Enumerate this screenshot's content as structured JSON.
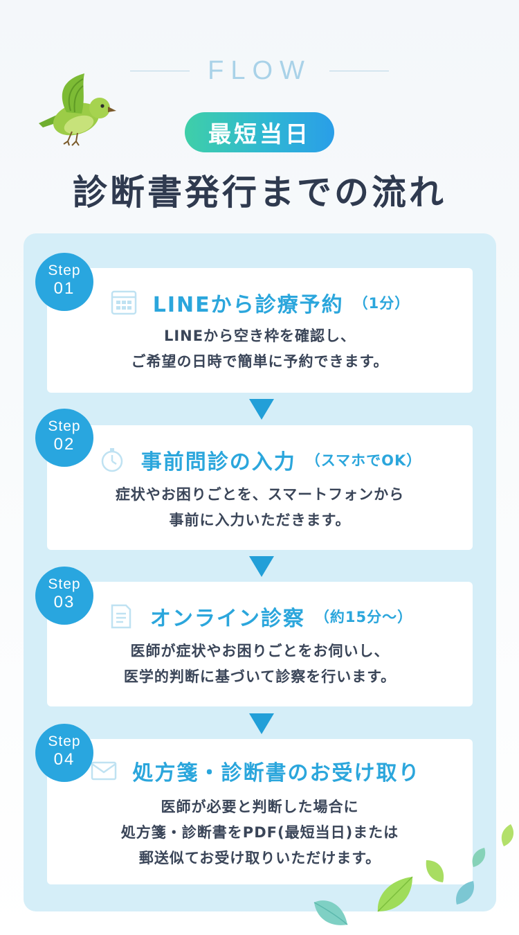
{
  "header": {
    "flow_label": "FLOW",
    "badge": "最短当日",
    "title": "診断書発行までの流れ"
  },
  "colors": {
    "accent": "#29a6df",
    "title_blue": "#2ba6dc",
    "panel_bg": "#d5eef8",
    "dark_text": "#2f3a4f",
    "badge_gradient": [
      "#3fcfa8",
      "#2a9ee8"
    ],
    "bird_green": "#8cc63f"
  },
  "steps": [
    {
      "step_word": "Step",
      "number": "01",
      "icon": "calendar-icon",
      "title": "LINEから診療予約",
      "note": "（1分）",
      "lines": [
        "LINEから空き枠を確認し、",
        "ご希望の日時で簡単に予約できます。"
      ]
    },
    {
      "step_word": "Step",
      "number": "02",
      "icon": "stopwatch-icon",
      "title": "事前問診の入力",
      "note": "（スマホでOK）",
      "lines": [
        "症状やお困りごとを、スマートフォンから",
        "事前に入力いただきます。"
      ]
    },
    {
      "step_word": "Step",
      "number": "03",
      "icon": "document-icon",
      "title": "オンライン診察",
      "note": "（約15分〜）",
      "lines": [
        "医師が症状やお困りごとをお伺いし、",
        "医学的判断に基づいて診察を行います。"
      ]
    },
    {
      "step_word": "Step",
      "number": "04",
      "icon": "envelope-icon",
      "title": "処方箋・診断書のお受け取り",
      "note": "",
      "lines": [
        "医師が必要と判断した場合に",
        "処方箋・診断書をPDF(最短当日)または",
        "郵送似てお受け取りいただけます。"
      ]
    }
  ]
}
